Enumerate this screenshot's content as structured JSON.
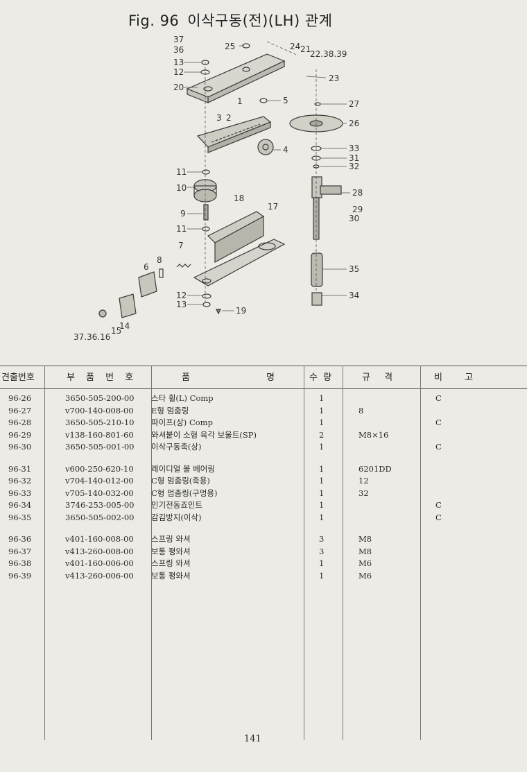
{
  "title": {
    "fig": "Fig. 96",
    "text": "이삭구동(전)(LH) 관계"
  },
  "diagram_labels": [
    "37",
    "36",
    "13",
    "12",
    "20",
    "25",
    "24",
    "21",
    "22.38.39",
    "23",
    "5",
    "27",
    "26",
    "1",
    "3",
    "2",
    "33",
    "31",
    "32",
    "4",
    "11",
    "10",
    "28",
    "29",
    "30",
    "9",
    "18",
    "17",
    "11",
    "7",
    "8",
    "6",
    "35",
    "12",
    "13",
    "19",
    "34",
    "37.36.16",
    "15",
    "14"
  ],
  "table": {
    "headers": {
      "no": "견출번호",
      "part": "부 품 번 호",
      "name_a": "품",
      "name_b": "명",
      "qty": "수 량",
      "spec": "규 격",
      "note": "비 고"
    },
    "groups": [
      [
        {
          "no": "96-26",
          "part": "3650-505-200-00",
          "name": "스타 휠(L) Comp",
          "qty": "1",
          "spec": "",
          "note": "C"
        },
        {
          "no": "96-27",
          "part": "v700-140-008-00",
          "name": "E형 멈춤링",
          "qty": "1",
          "spec": "8",
          "note": ""
        },
        {
          "no": "96-28",
          "part": "3650-505-210-10",
          "name": "파이프(상) Comp",
          "qty": "1",
          "spec": "",
          "note": "C"
        },
        {
          "no": "96-29",
          "part": "v138-160-801-60",
          "name": "와셔붙이 소형 육각 보울트(SP)",
          "qty": "2",
          "spec": "M8×16",
          "note": ""
        },
        {
          "no": "96-30",
          "part": "3650-505-001-00",
          "name": "이삭구동축(상)",
          "qty": "1",
          "spec": "",
          "note": "C"
        }
      ],
      [
        {
          "no": "96-31",
          "part": "v600-250-620-10",
          "name": "레이디얼 볼 베어링",
          "qty": "1",
          "spec": "6201DD",
          "note": ""
        },
        {
          "no": "96-32",
          "part": "v704-140-012-00",
          "name": "C형 멈춤링(축용)",
          "qty": "1",
          "spec": "12",
          "note": ""
        },
        {
          "no": "96-33",
          "part": "v705-140-032-00",
          "name": "C형 멈춤링(구멍용)",
          "qty": "1",
          "spec": "32",
          "note": ""
        },
        {
          "no": "96-34",
          "part": "3746-253-005-00",
          "name": "인기전동죠인트",
          "qty": "1",
          "spec": "",
          "note": "C"
        },
        {
          "no": "96-35",
          "part": "3650-505-002-00",
          "name": "감김방지(이삭)",
          "qty": "1",
          "spec": "",
          "note": "C"
        }
      ],
      [
        {
          "no": "96-36",
          "part": "v401-160-008-00",
          "name": "스프링 와셔",
          "qty": "3",
          "spec": "M8",
          "note": ""
        },
        {
          "no": "96-37",
          "part": "v413-260-008-00",
          "name": "보통 평와셔",
          "qty": "3",
          "spec": "M8",
          "note": ""
        },
        {
          "no": "96-38",
          "part": "v401-160-006-00",
          "name": "스프링 와셔",
          "qty": "1",
          "spec": "M6",
          "note": ""
        },
        {
          "no": "96-39",
          "part": "v413-260-006-00",
          "name": "보통 평와셔",
          "qty": "1",
          "spec": "M6",
          "note": ""
        }
      ]
    ]
  },
  "page_number": "141"
}
